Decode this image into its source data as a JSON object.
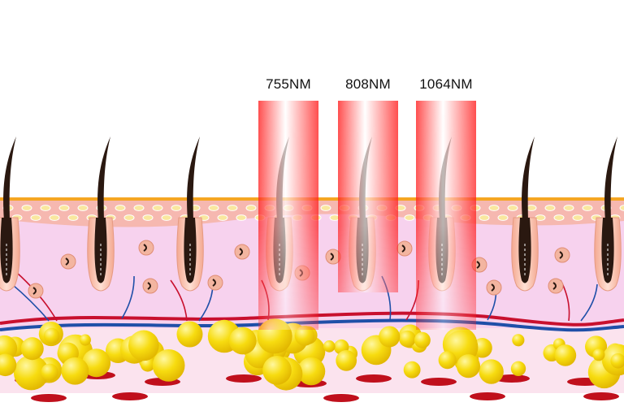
{
  "beams": [
    {
      "label": "755NM"
    },
    {
      "label": "808NM"
    },
    {
      "label": "1064NM"
    }
  ],
  "colors": {
    "beam": "#ff1a1a",
    "epidermis": "#f6b8b0",
    "dermis": "#f7d2ee",
    "fat": "#f2d400",
    "hair": "#2a1810",
    "follicle": "#f3b5a0",
    "artery": "#c8102e",
    "vein": "#1f4fa8"
  },
  "icons": [
    "hair-follicle-icon",
    "sebaceous-gland-icon",
    "fat-cell-icon",
    "blood-vessel-icon"
  ]
}
